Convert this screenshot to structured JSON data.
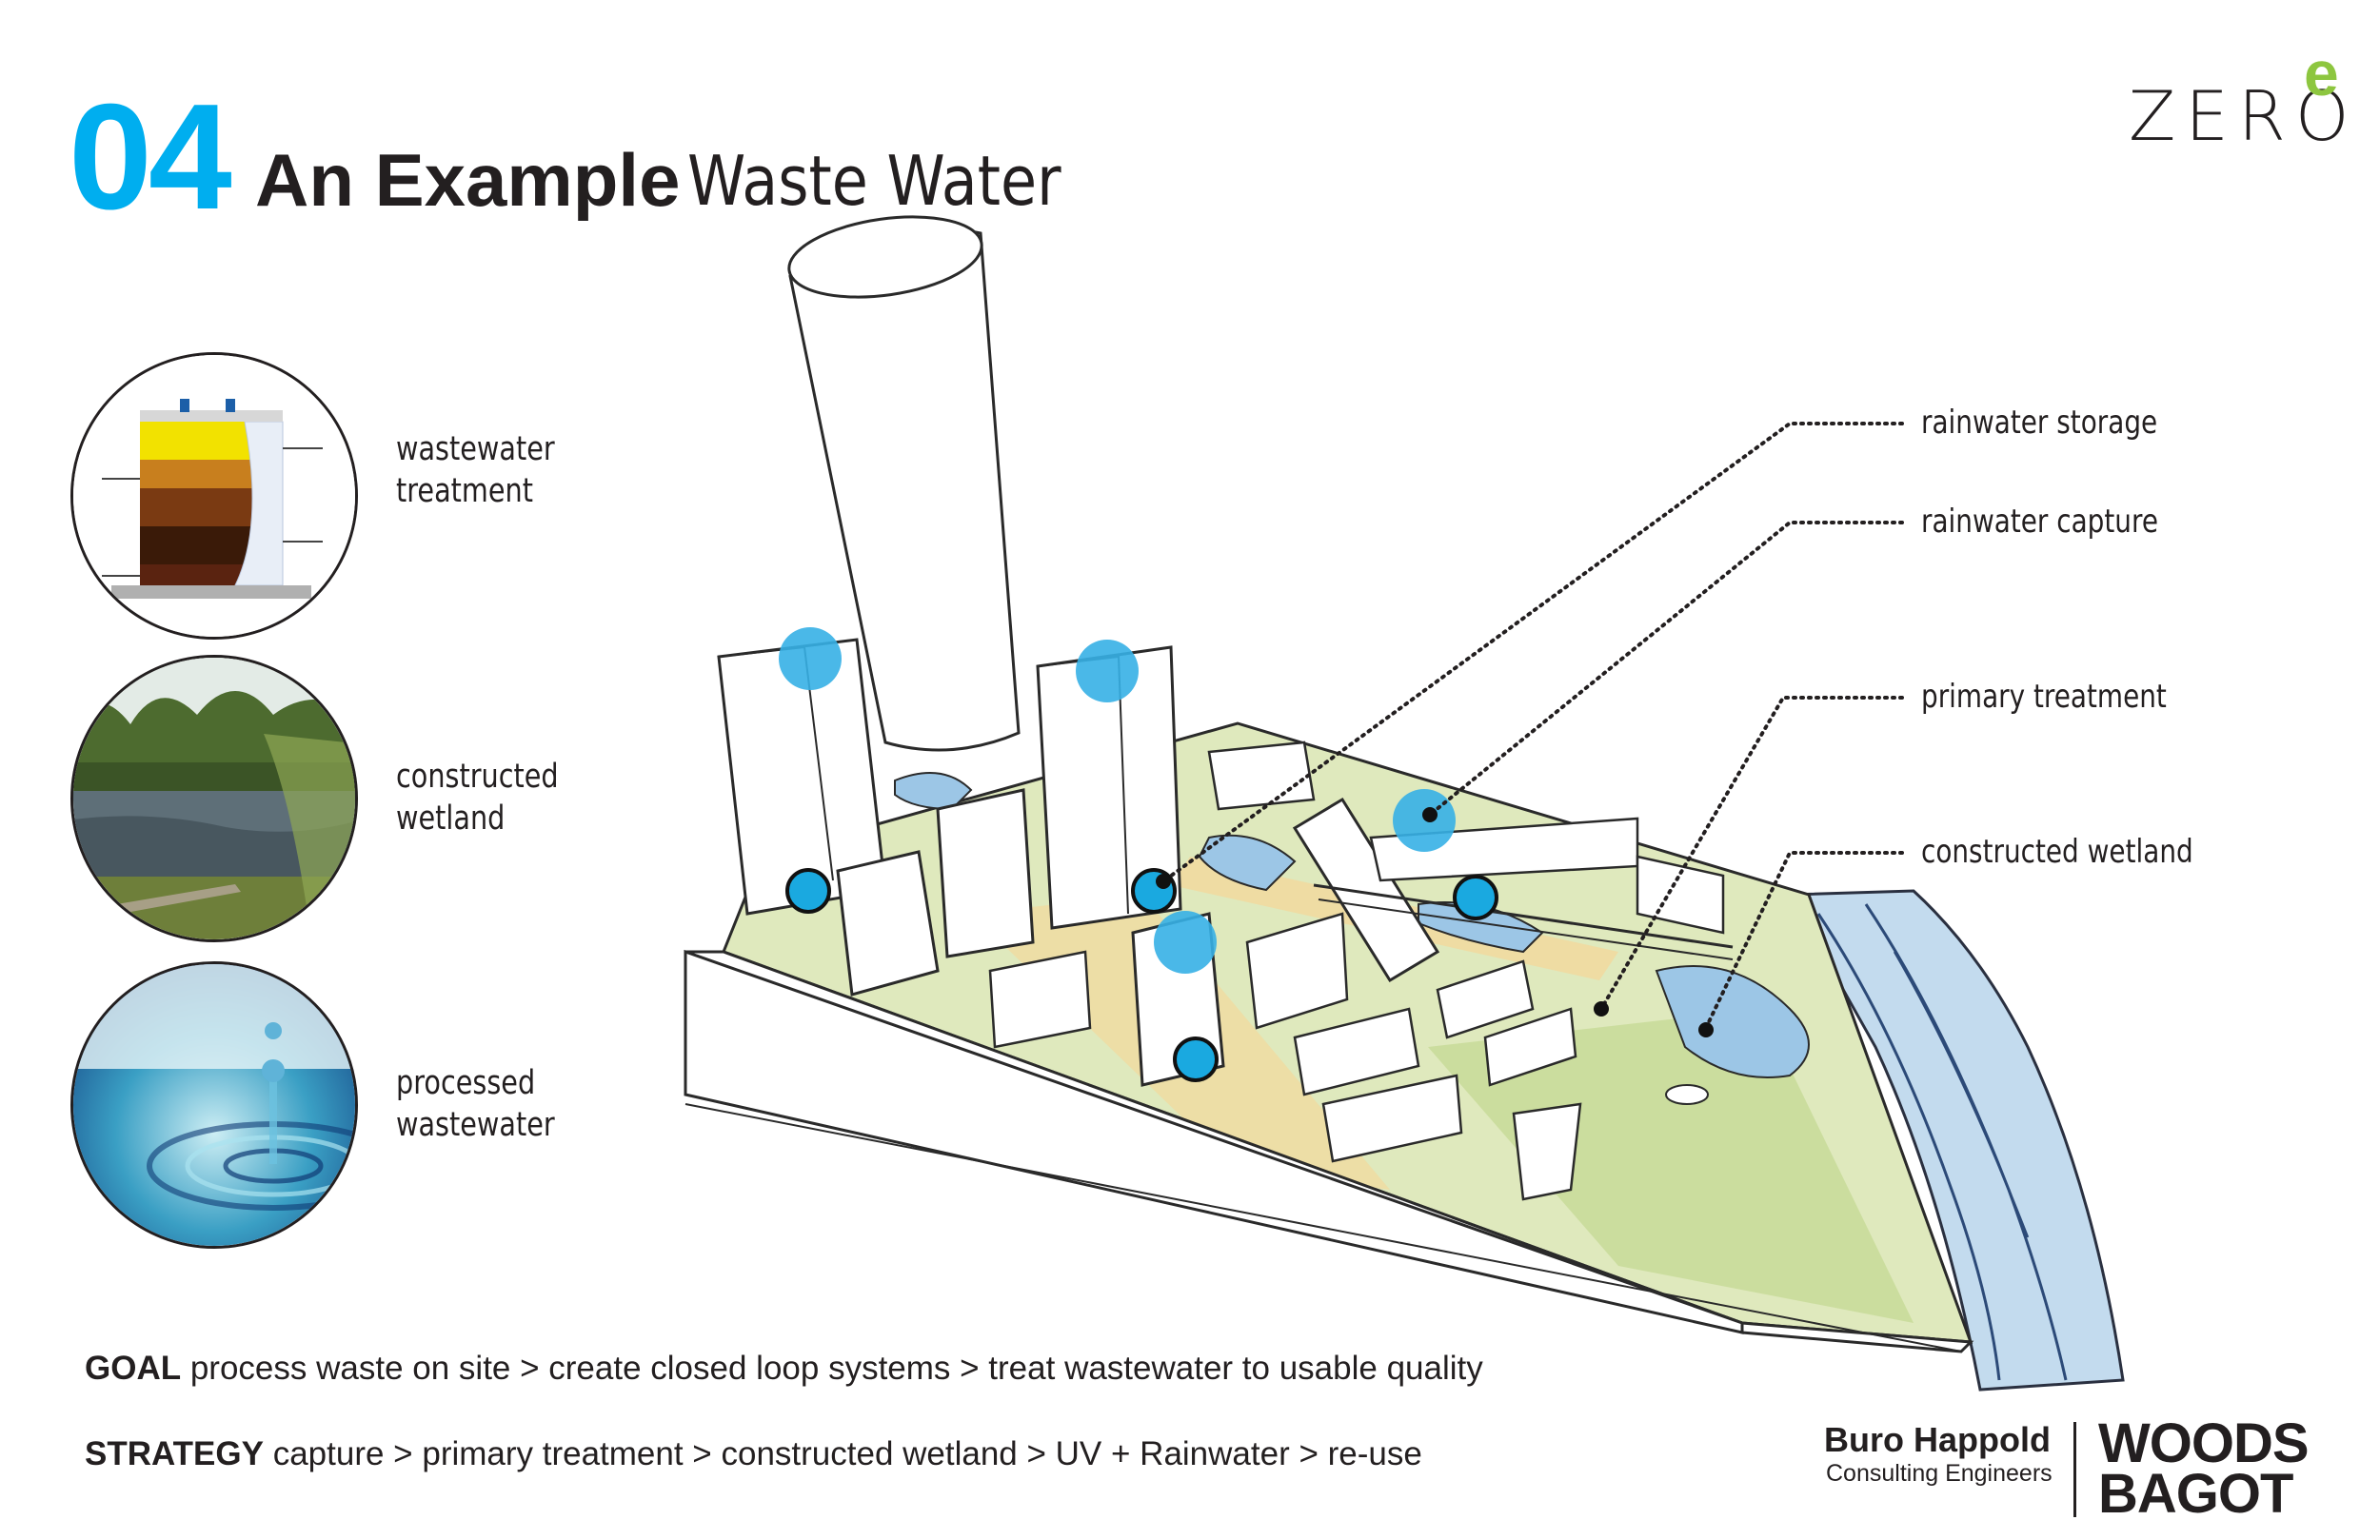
{
  "header": {
    "number": "04",
    "title_bold": "An Example",
    "title_light": "Waste Water"
  },
  "logo": {
    "word": "ZERO",
    "superscript": "e"
  },
  "side_items": [
    {
      "label_line1": "wastewater",
      "label_line2": "treatment",
      "icon": "digester-tank-image"
    },
    {
      "label_line1": "constructed",
      "label_line2": "wetland",
      "icon": "wetland-photo"
    },
    {
      "label_line1": "processed",
      "label_line2": "wastewater",
      "icon": "water-drop-photo"
    }
  ],
  "callouts": [
    {
      "label": "rainwater storage"
    },
    {
      "label": "rainwater capture"
    },
    {
      "label": "primary treatment"
    },
    {
      "label": "constructed wetland"
    }
  ],
  "goal": {
    "key": "GOAL",
    "text": "process waste on site > create closed loop systems > treat wastewater to usable quality"
  },
  "strategy": {
    "key": "STRATEGY",
    "text": "capture > primary treatment > constructed wetland > UV + Rainwater > re-use"
  },
  "credits": {
    "buro_name": "Buro Happold",
    "buro_sub": "Consulting Engineers",
    "woods_line1": "WOODS",
    "woods_line2": "BAGOT"
  },
  "colors": {
    "accent_blue": "#00aeef",
    "accent_green": "#8dc63f",
    "marker_blue": "#1aa9e0",
    "text": "#231f20"
  }
}
